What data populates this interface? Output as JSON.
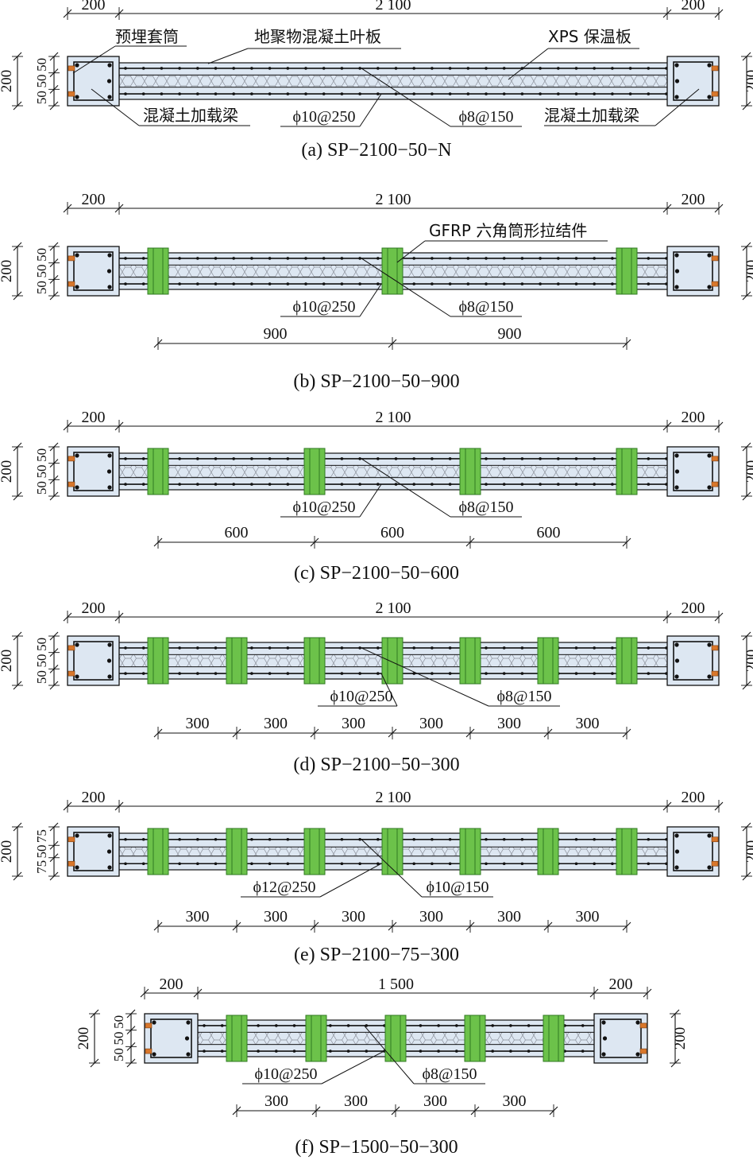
{
  "colors": {
    "concrete": "#dde7f2",
    "beam_fill": "#dde7f2",
    "outline": "#111111",
    "connector": "#6cc24a",
    "connector_dark": "#2f7a22",
    "sleeve": "#d9772b",
    "xps": "#f4f6fa"
  },
  "common_labels": {
    "sleeve": "预埋套筒",
    "leaf": "地聚物混凝土叶板",
    "xps": "XPS 保温板",
    "beam": "混凝土加载梁",
    "connector": "GFRP 六角筒形拉结件"
  },
  "panels": [
    {
      "id": "a",
      "caption": "(a) SP−2100−50−N",
      "dims": {
        "left": "200",
        "span": "2 100",
        "right": "200",
        "height": "200",
        "layers": [
          "50",
          "50",
          "50"
        ]
      },
      "connectors": [],
      "spacing": [],
      "rebar": {
        "long": "ϕ10@250",
        "trans": "ϕ8@150"
      },
      "labels": {
        "sleeve": "预埋套筒",
        "leaf": "地聚物混凝土叶板",
        "xps": "XPS 保温板",
        "beam_left": "混凝土加载梁",
        "beam_right": "混凝土加载梁"
      }
    },
    {
      "id": "b",
      "caption": "(b) SP−2100−50−900",
      "dims": {
        "left": "200",
        "span": "2 100",
        "right": "200",
        "height": "200",
        "layers": [
          "50",
          "50",
          "50"
        ]
      },
      "connectors": 3,
      "spacing": [
        "900",
        "900"
      ],
      "rebar": {
        "long": "ϕ10@250",
        "trans": "ϕ8@150"
      },
      "labels": {
        "connector": "GFRP 六角筒形拉结件"
      }
    },
    {
      "id": "c",
      "caption": "(c) SP−2100−50−600",
      "dims": {
        "left": "200",
        "span": "2 100",
        "right": "200",
        "height": "200",
        "layers": [
          "50",
          "50",
          "50"
        ]
      },
      "connectors": 4,
      "spacing": [
        "600",
        "600",
        "600"
      ],
      "rebar": {
        "long": "ϕ10@250",
        "trans": "ϕ8@150"
      }
    },
    {
      "id": "d",
      "caption": "(d) SP−2100−50−300",
      "dims": {
        "left": "200",
        "span": "2 100",
        "right": "200",
        "height": "200",
        "layers": [
          "50",
          "50",
          "50"
        ]
      },
      "connectors": 7,
      "spacing": [
        "300",
        "300",
        "300",
        "300",
        "300",
        "300"
      ],
      "rebar": {
        "long": "ϕ10@250",
        "trans": "ϕ8@150"
      }
    },
    {
      "id": "e",
      "caption": "(e) SP−2100−75−300",
      "dims": {
        "left": "200",
        "span": "2 100",
        "right": "200",
        "height": "200",
        "layers": [
          "75",
          "50",
          "75"
        ]
      },
      "connectors": 7,
      "spacing": [
        "300",
        "300",
        "300",
        "300",
        "300",
        "300"
      ],
      "rebar": {
        "long": "ϕ12@250",
        "trans": "ϕ10@150"
      }
    },
    {
      "id": "f",
      "caption": "(f) SP−1500−50−300",
      "dims": {
        "left": "200",
        "span": "1 500",
        "right": "200",
        "height": "200",
        "layers": [
          "50",
          "50",
          "50"
        ]
      },
      "connectors": 5,
      "spacing": [
        "300",
        "300",
        "300",
        "300"
      ],
      "rebar": {
        "long": "ϕ10@250",
        "trans": "ϕ8@150"
      }
    }
  ]
}
